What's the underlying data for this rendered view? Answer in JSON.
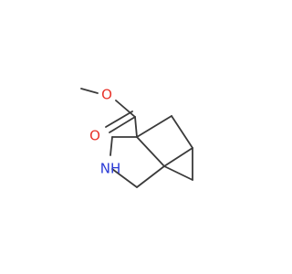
{
  "molecule": {
    "atoms": {
      "ester_o": "O",
      "carbonyl_o": "O",
      "amine": "NH"
    },
    "colors": {
      "bond": "#3a3a3a",
      "oxygen": "#e8332a",
      "nitrogen": "#2b3bd6",
      "background": "#ffffff"
    }
  }
}
